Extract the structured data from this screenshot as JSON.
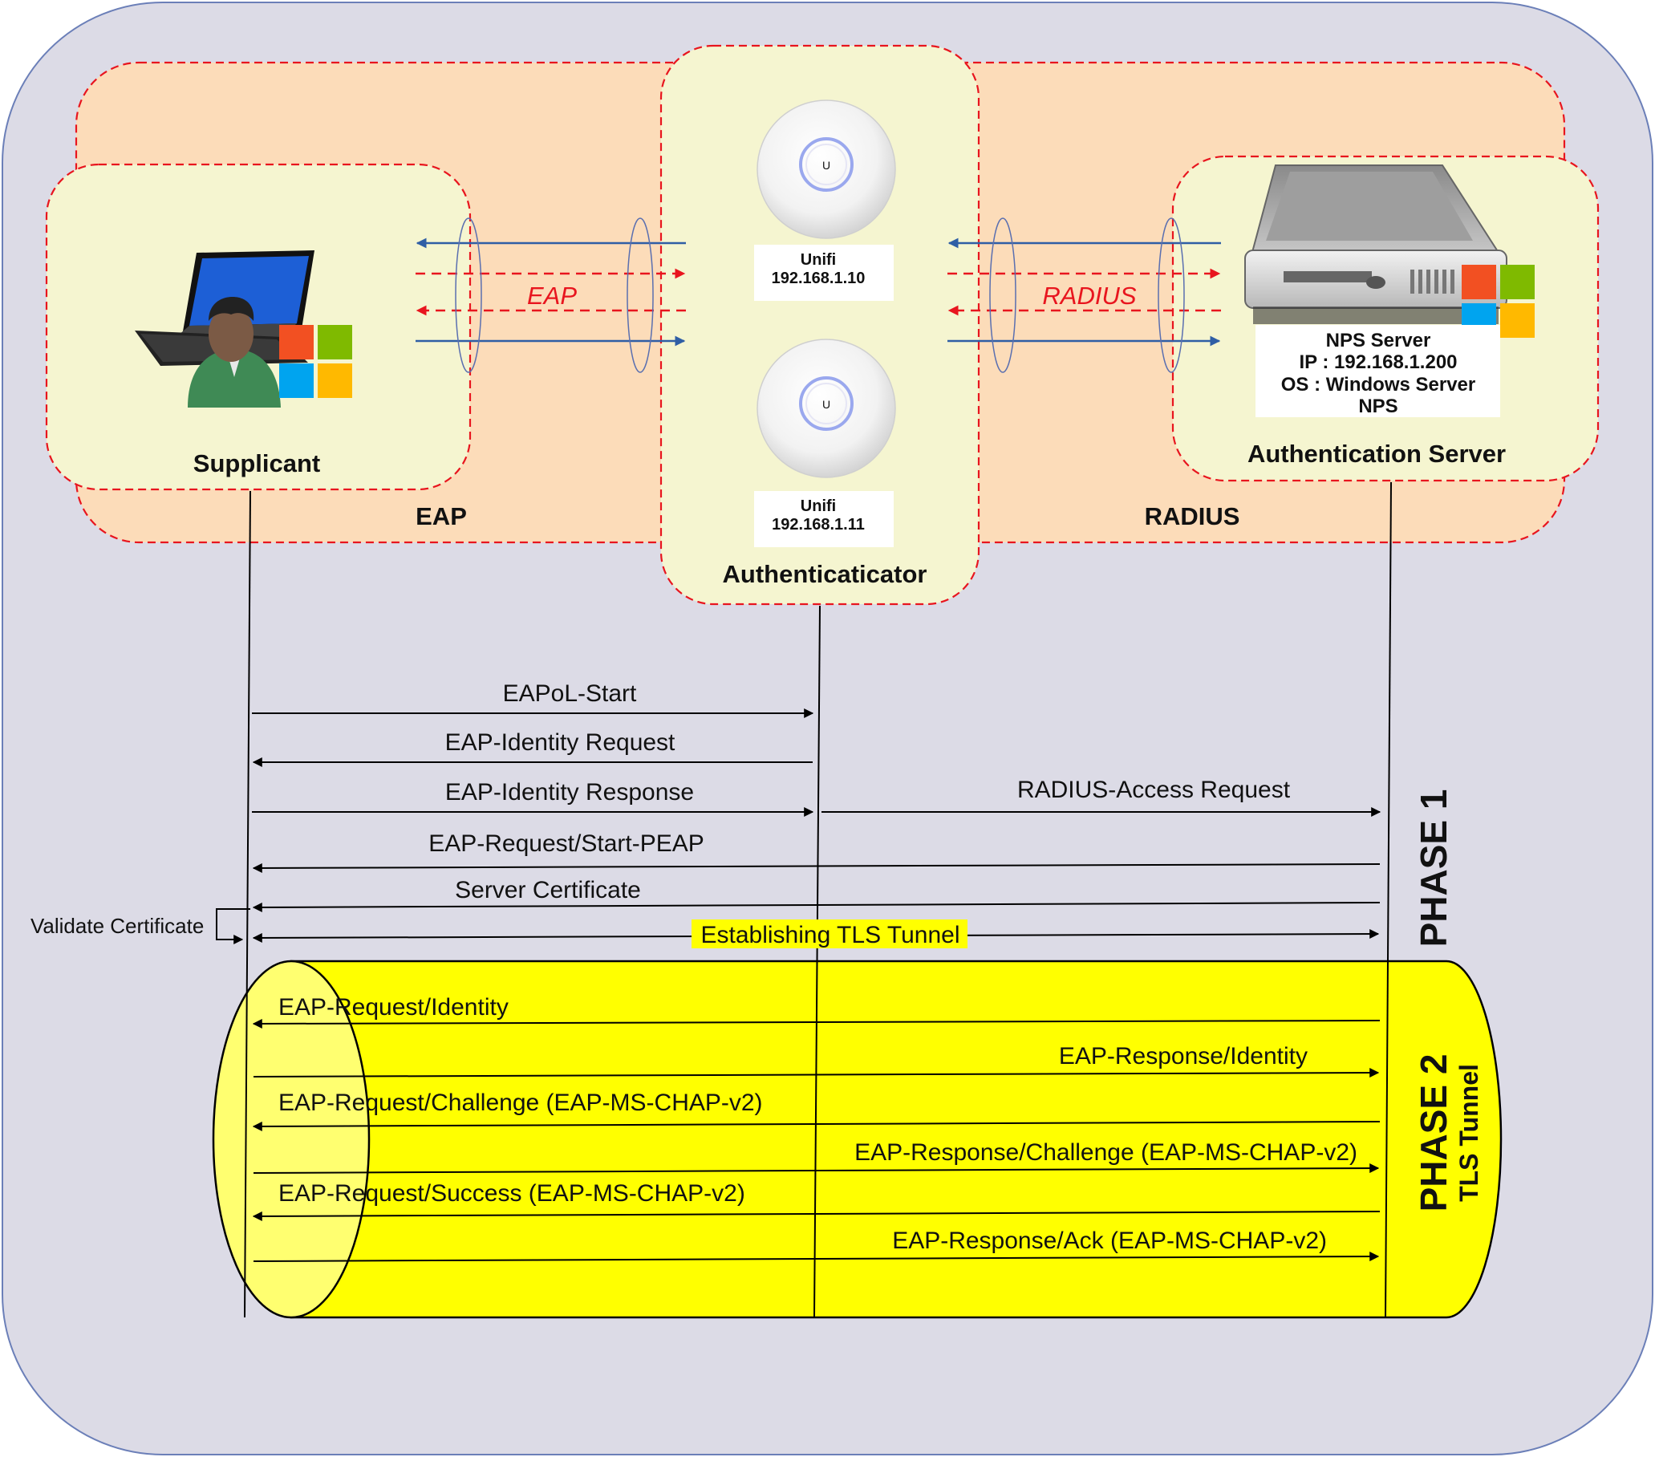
{
  "nodes": {
    "supplicant": {
      "label": "Supplicant"
    },
    "authenticator": {
      "label": "Authenticaticator"
    },
    "auth_server": {
      "label": "Authentication Server",
      "info_lines": [
        "NPS Server",
        "IP : 192.168.1.200",
        "OS : Windows Server",
        "NPS"
      ]
    }
  },
  "access_points": [
    {
      "name": "Unifi",
      "ip": "192.168.1.10"
    },
    {
      "name": "Unifi",
      "ip": "192.168.1.11"
    }
  ],
  "zones": {
    "eap_zone_label": "EAP",
    "radius_zone_label": "RADIUS",
    "eap_link_label": "EAP",
    "radius_link_label": "RADIUS"
  },
  "side_note": "Validate Certificate",
  "phases": {
    "phase1": "PHASE 1",
    "phase2": "PHASE 2",
    "tunnel": "TLS Tunnel"
  },
  "messages": [
    {
      "label": "EAPoL-Start",
      "from": "supplicant",
      "to": "authenticator"
    },
    {
      "label": "EAP-Identity Request",
      "from": "authenticator",
      "to": "supplicant"
    },
    {
      "label": "EAP-Identity Response",
      "from": "supplicant",
      "to": "authenticator"
    },
    {
      "label": "RADIUS-Access Request",
      "from": "authenticator",
      "to": "auth_server"
    },
    {
      "label": "EAP-Request/Start-PEAP",
      "from": "auth_server",
      "to": "supplicant"
    },
    {
      "label": "Server Certificate",
      "from": "auth_server",
      "to": "supplicant"
    },
    {
      "label": "Establishing TLS Tunnel",
      "from": "supplicant",
      "to": "auth_server",
      "bidirectional": true
    },
    {
      "label": "EAP-Request/Identity",
      "from": "auth_server",
      "to": "supplicant"
    },
    {
      "label": "EAP-Response/Identity",
      "from": "supplicant",
      "to": "auth_server"
    },
    {
      "label": "EAP-Request/Challenge (EAP-MS-CHAP-v2)",
      "from": "auth_server",
      "to": "supplicant"
    },
    {
      "label": "EAP-Response/Challenge (EAP-MS-CHAP-v2)",
      "from": "supplicant",
      "to": "auth_server"
    },
    {
      "label": "EAP-Request/Success (EAP-MS-CHAP-v2)",
      "from": "auth_server",
      "to": "supplicant"
    },
    {
      "label": "EAP-Response/Ack (EAP-MS-CHAP-v2)",
      "from": "supplicant",
      "to": "auth_server"
    }
  ],
  "colors": {
    "background_panel": "#dcdbe6",
    "zone_fill": "#fcdcb9",
    "node_fill": "#f5f5d0",
    "dash_red": "#e8151e",
    "arrow_blue": "#2f5ea5",
    "tunnel_yellow": "#ffff00",
    "win_red": "#f25022",
    "win_green": "#7fba00",
    "win_blue": "#00a4ef",
    "win_yellow": "#ffb900"
  },
  "icons": [
    "laptop-user-icon",
    "windows-logo-icon",
    "access-point-icon",
    "server-icon"
  ]
}
